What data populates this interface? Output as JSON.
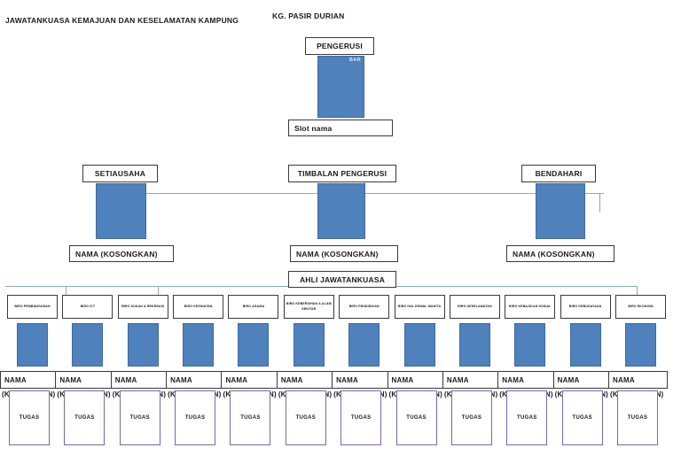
{
  "document": {
    "title": "JAWATANKUASA KEMAJUAN DAN KESELAMATAN KAMPUNG",
    "subtitle": "KG. PASIR DURIAN"
  },
  "chairman": {
    "role_label": "PENGERUSI",
    "photo_badge": "BAR",
    "name_label": "Slot nama"
  },
  "level2": [
    {
      "role_label": "SETIAUSAHA",
      "name_label": "NAMA (KOSONGKAN)"
    },
    {
      "role_label": "TIMBALAN PENGERUSI",
      "name_label": "NAMA (KOSONGKAN)"
    },
    {
      "role_label": "BENDAHARI",
      "name_label": "NAMA (KOSONGKAN)"
    }
  ],
  "members_header": "AHLI JAWATANKUASA",
  "bureaus": [
    {
      "caption": "BIRO PEMBANGUNAN",
      "name": "NAMA",
      "name_overflow": "(KOSONGKAN)",
      "task": "TUGAS"
    },
    {
      "caption": "BIRO ICT",
      "name": "NAMA",
      "name_overflow": "(KOSONGKAN)",
      "task": "TUGAS"
    },
    {
      "caption": "BIRO SUKAN & REKREASI",
      "name": "NAMA",
      "name_overflow": "(KOSONGKAN)",
      "task": "TUGAS"
    },
    {
      "caption": "BIRO KESIHATAN",
      "name": "NAMA",
      "name_overflow": "(KOSONGKAN)",
      "task": "TUGAS"
    },
    {
      "caption": "BIRO AGAMA",
      "name": "NAMA",
      "name_overflow": "(KOSONGKAN)",
      "task": "TUGAS"
    },
    {
      "caption": "BIRO KEBERSIHAN & ALAM SEKITAR",
      "name": "NAMA",
      "name_overflow": "(KOSONGKAN)",
      "task": "TUGAS"
    },
    {
      "caption": "BIRO PENDIDIKAN",
      "name": "NAMA",
      "name_overflow": "(KOSONGKAN)",
      "task": "TUGAS"
    },
    {
      "caption": "BIRO HAL EHWAL WANITA",
      "name": "NAMA",
      "name_overflow": "(KOSONGKAN)",
      "task": "TUGAS"
    },
    {
      "caption": "BIRO KESELAMATAN",
      "name": "NAMA",
      "name_overflow": "(KOSONGKAN)",
      "task": "TUGAS"
    },
    {
      "caption": "BIRO KEBAJIKAN SOSIAL",
      "name": "NAMA",
      "name_overflow": "(KOSONGKAN)",
      "task": "TUGAS"
    },
    {
      "caption": "BIRO KEBUDAYAAN",
      "name": "NAMA",
      "name_overflow": "(KOSONGKAN)",
      "task": "TUGAS"
    },
    {
      "caption": "BIRO EKONOMI",
      "name": "NAMA",
      "name_overflow": "(KOSONGKAN)",
      "task": "TUGAS"
    }
  ],
  "colors": {
    "photo_fill": "#4f81bd",
    "photo_border": "#3e6a9e",
    "box_border": "#3a3a3a",
    "task_border": "#7b68a6",
    "connector": "#8aa9c8",
    "text": "#1b1b1b"
  }
}
